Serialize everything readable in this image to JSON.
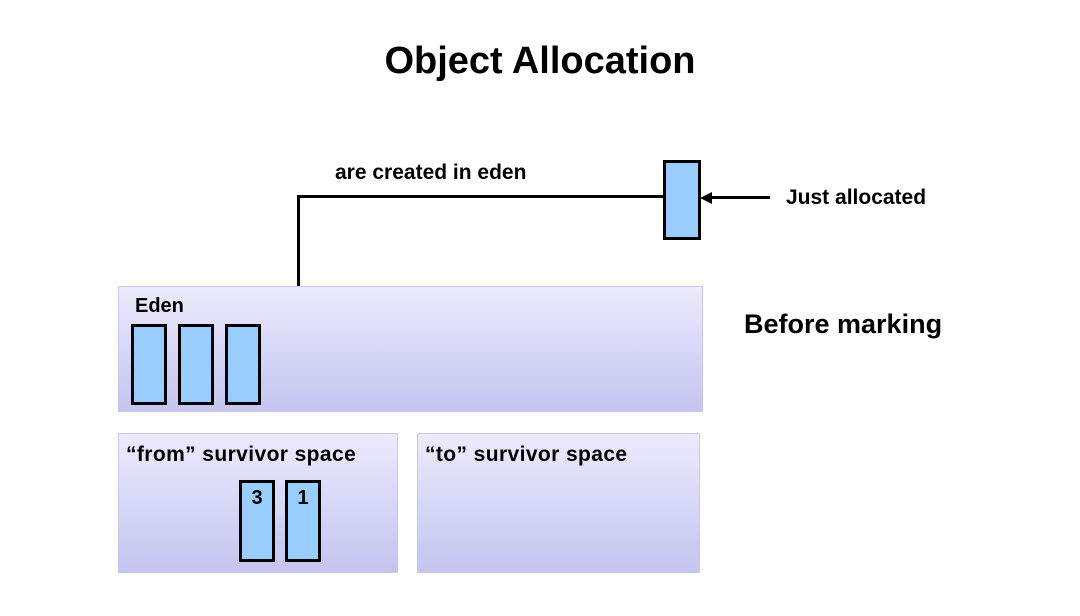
{
  "slide": {
    "title": "Object Allocation"
  },
  "annotations": {
    "created_in_eden": "are created in eden",
    "just_allocated_label": "Just allocated",
    "state_label": "Before marking"
  },
  "regions": {
    "eden": {
      "label": "Eden",
      "object_count": 3
    },
    "from_survivor": {
      "label": "“from” survivor space",
      "objects": [
        "3",
        "1"
      ]
    },
    "to_survivor": {
      "label": "“to” survivor space",
      "objects": []
    }
  },
  "colors": {
    "object_fill": "#99CCFF",
    "object_border": "#000000",
    "region_fill_top": "#EBEBFC",
    "region_fill_bottom": "#C4C4EF",
    "arrow": "#000000",
    "text": "#000000",
    "background": "#FFFFFF"
  }
}
